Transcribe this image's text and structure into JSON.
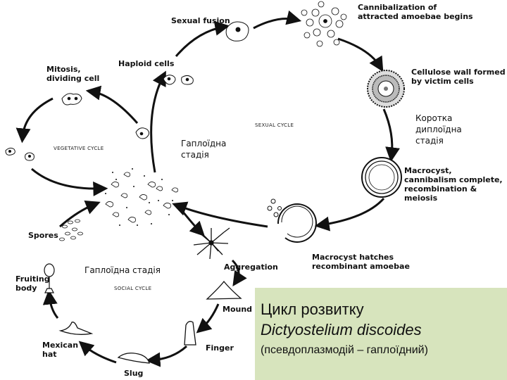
{
  "labels": {
    "sexual_fusion": "Sexual fusion",
    "cannibalization": "Cannibalization of\nattracted amoebae begins",
    "cellulose_wall": "Cellulose wall formed\n by victim cells",
    "macrocyst": "Macrocyst,\ncannibalism complete,\nrecombination & meiosis",
    "macrocyst_hatches": "Macrocyst hatches\nrecombinant amoebae",
    "haploid_cells": "Haploid cells",
    "mitosis": "Mitosis,\ndividing cell",
    "spores": "Spores",
    "fruiting_body": "Fruiting\n body",
    "mexican_hat": "Mexican\n hat",
    "slug": "Slug",
    "finger": "Finger",
    "mound": "Mound",
    "aggregation": "Aggregation"
  },
  "cycles": {
    "sexual": "SEXUAL CYCLE",
    "vegetative": "VEGETATIVE CYCLE",
    "social": "SOCIAL CYCLE"
  },
  "annotations": {
    "haploid_stage_top": "Гаплоїдна\nстадія",
    "haploid_stage_bottom": "Гаплоїдна стадія",
    "short_diploid": "Коротка\nдиплоїдна\nстадія"
  },
  "caption": {
    "line1": "Цикл розвитку",
    "line2": "Dictyostelium discoides",
    "line3": "(псевдоплазмодій – гаплоїдний)"
  },
  "colors": {
    "caption_bg": "#d7e4bd",
    "ink": "#111111"
  }
}
